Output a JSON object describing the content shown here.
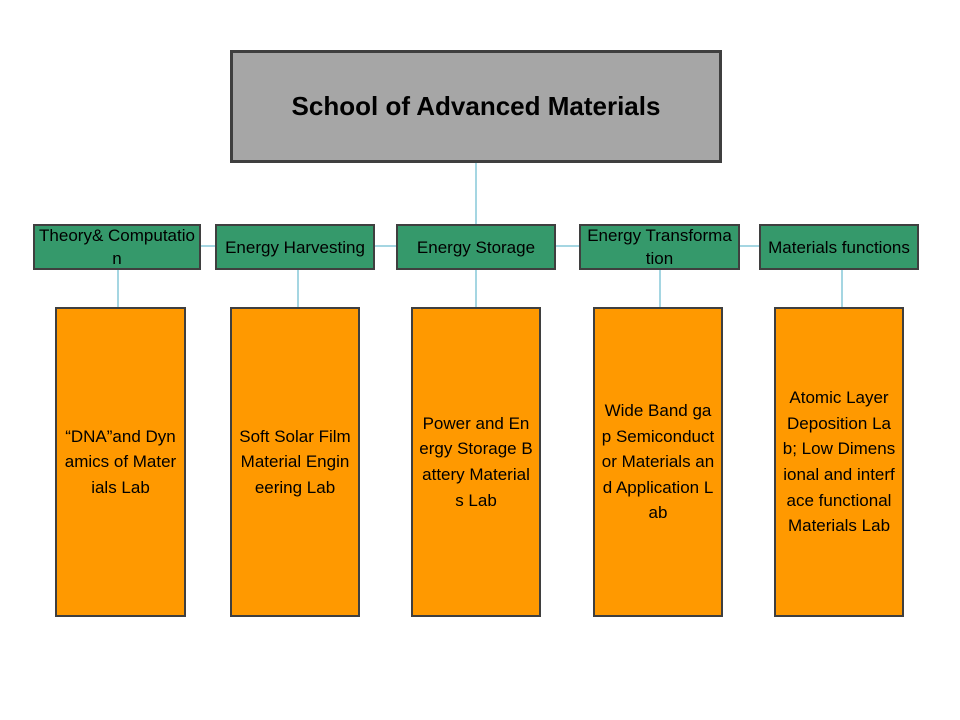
{
  "root": {
    "title": "School of Advanced Materials"
  },
  "categories": [
    {
      "label": "Theory& Computation"
    },
    {
      "label": "Energy Harvesting"
    },
    {
      "label": "Energy Storage"
    },
    {
      "label": "Energy Transformation"
    },
    {
      "label": "Materials functions"
    }
  ],
  "labs": [
    {
      "label": "“DNA”and Dynamics of Materials Lab"
    },
    {
      "label": "Soft Solar Film Material Engineering Lab"
    },
    {
      "label": "Power and Energy Storage Battery Materials Lab"
    },
    {
      "label": "Wide Band gap Semiconductor Materials and Application Lab"
    },
    {
      "label": "Atomic Layer Deposition Lab; Low Dimensional and interface functional Materials Lab"
    }
  ],
  "colors": {
    "root_fill": "#a6a6a6",
    "category_fill": "#35996b",
    "lab_fill": "#ff9900",
    "border": "#3f3f3f",
    "connector": "#4bacc6"
  }
}
